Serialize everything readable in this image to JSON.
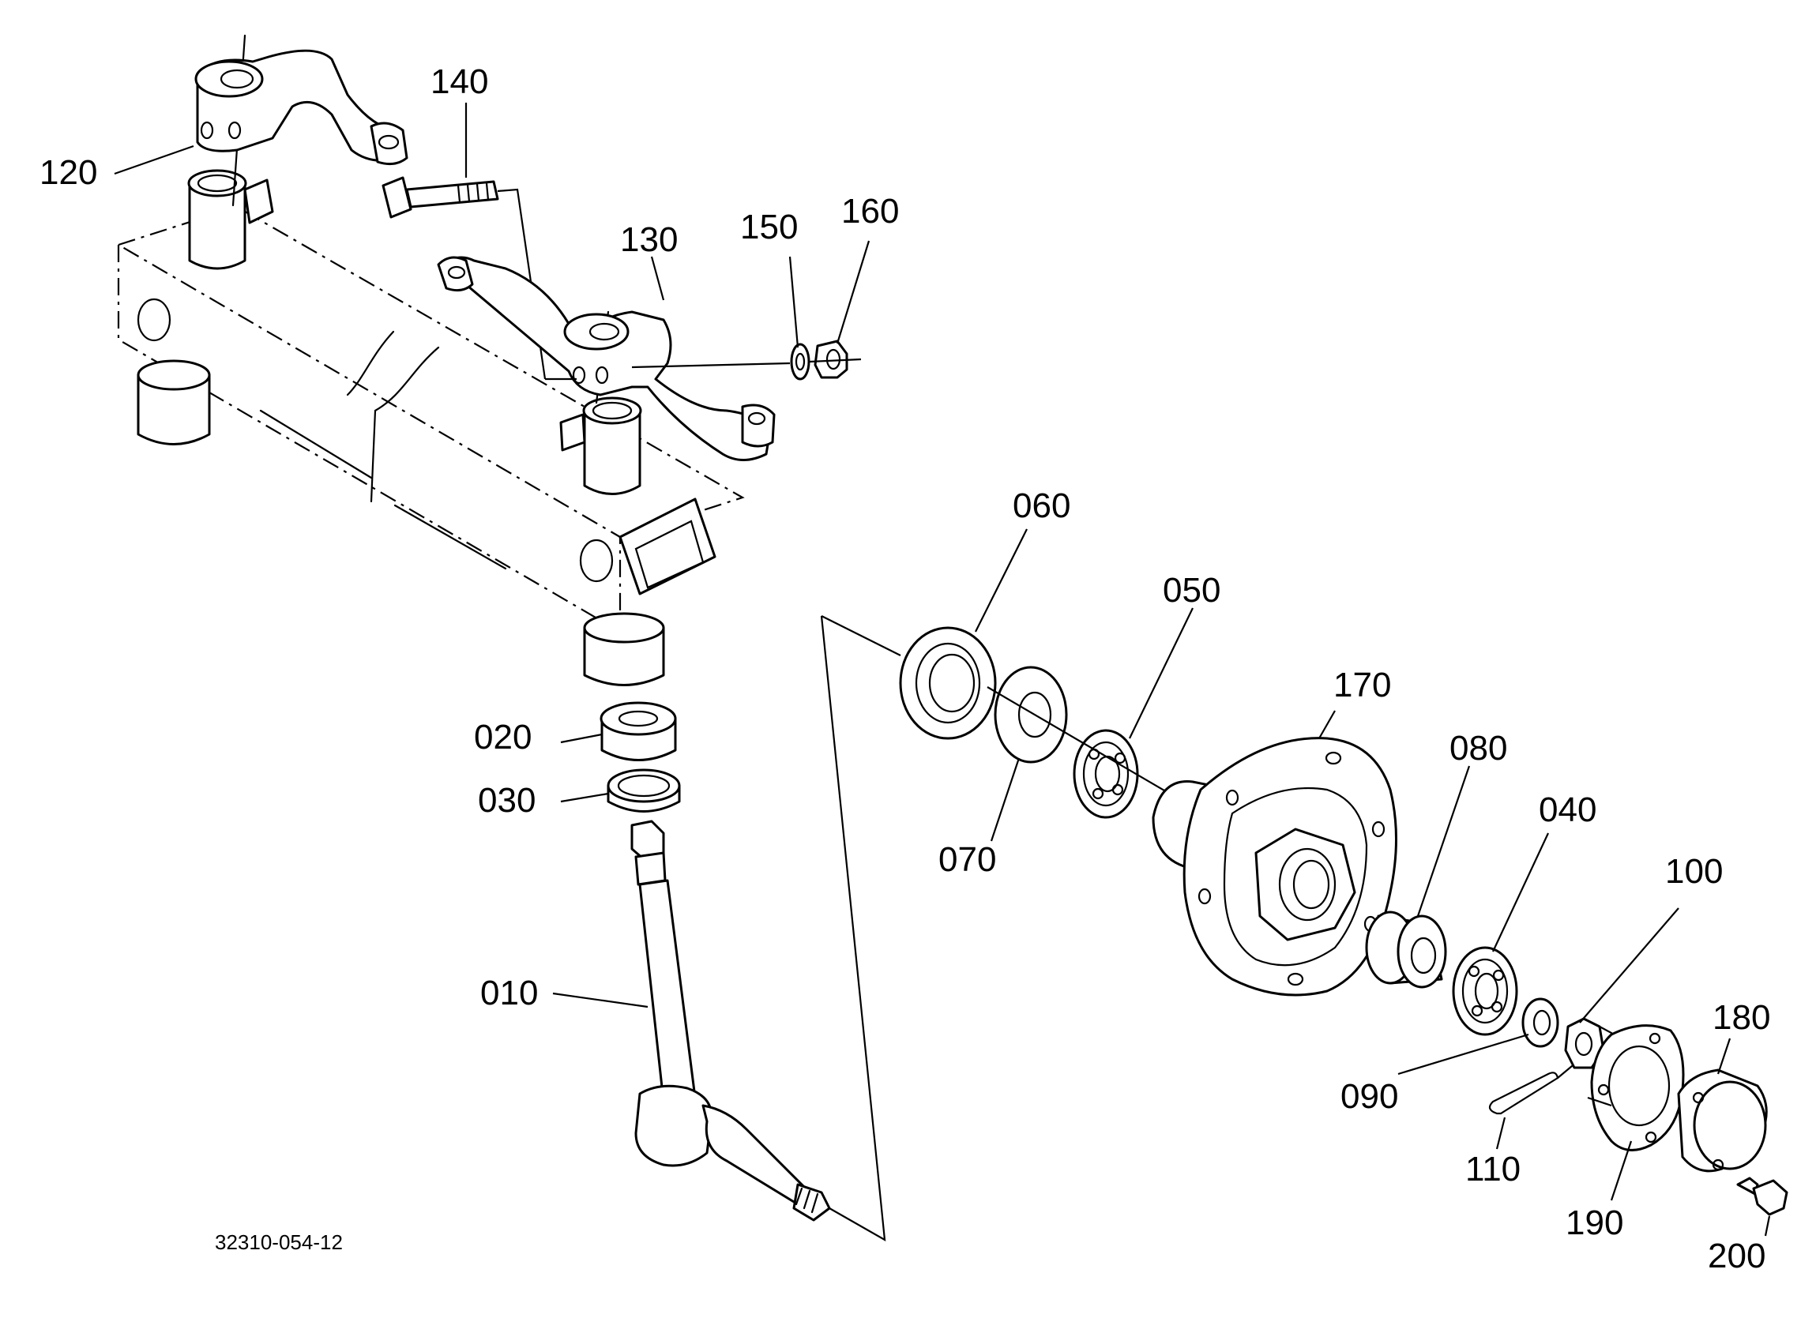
{
  "diagram": {
    "figure_code": "32310-054-12",
    "parts": [
      {
        "id": "p120",
        "number": "120"
      },
      {
        "id": "p140",
        "number": "140"
      },
      {
        "id": "p130",
        "number": "130"
      },
      {
        "id": "p150",
        "number": "150"
      },
      {
        "id": "p160",
        "number": "160"
      },
      {
        "id": "p060",
        "number": "060"
      },
      {
        "id": "p050",
        "number": "050"
      },
      {
        "id": "p170",
        "number": "170"
      },
      {
        "id": "p080",
        "number": "080"
      },
      {
        "id": "p040",
        "number": "040"
      },
      {
        "id": "p100",
        "number": "100"
      },
      {
        "id": "p180",
        "number": "180"
      },
      {
        "id": "p020",
        "number": "020"
      },
      {
        "id": "p030",
        "number": "030"
      },
      {
        "id": "p070",
        "number": "070"
      },
      {
        "id": "p010",
        "number": "010"
      },
      {
        "id": "p090",
        "number": "090"
      },
      {
        "id": "p110",
        "number": "110"
      },
      {
        "id": "p190",
        "number": "190"
      },
      {
        "id": "p200",
        "number": "200"
      }
    ]
  }
}
